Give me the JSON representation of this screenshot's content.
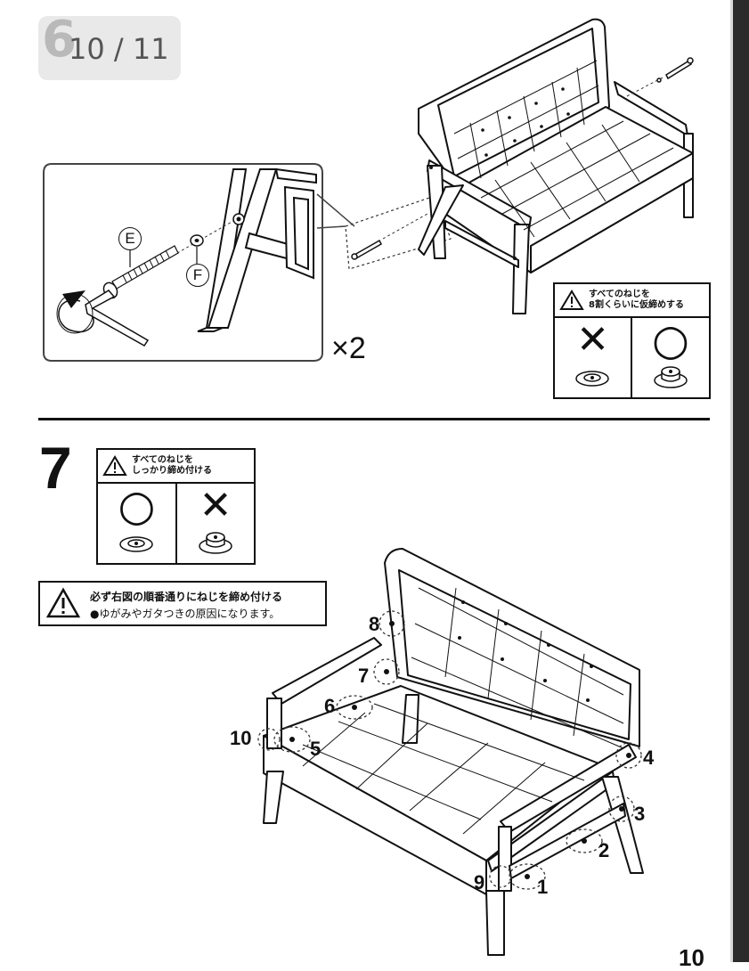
{
  "page_badge": {
    "background_digit": "6",
    "page_indicator": "10 / 11"
  },
  "step6": {
    "multiplier": "×2",
    "part_e_label": "E",
    "part_f_label": "F",
    "caution": {
      "line1": "すべてのねじを",
      "line2": "8割くらいに仮締めする",
      "wrong_mark": "✕",
      "right_mark": "○"
    }
  },
  "step7": {
    "number": "7",
    "caution": {
      "line1": "すべてのねじを",
      "line2": "しっかり締め付ける",
      "right_mark": "○",
      "wrong_mark": "✕"
    },
    "notice": {
      "line1": "必ず右図の順番通りにねじを締め付ける",
      "line2": "●ゆがみやガタつきの原因になります。"
    },
    "sequence": [
      "1",
      "2",
      "3",
      "4",
      "5",
      "6",
      "7",
      "8",
      "9",
      "10"
    ]
  },
  "footer": {
    "page_number": "10"
  },
  "colors": {
    "ink": "#111111",
    "badge_bg": "#e9e9e9",
    "side_strip": "#2b2b2b"
  }
}
